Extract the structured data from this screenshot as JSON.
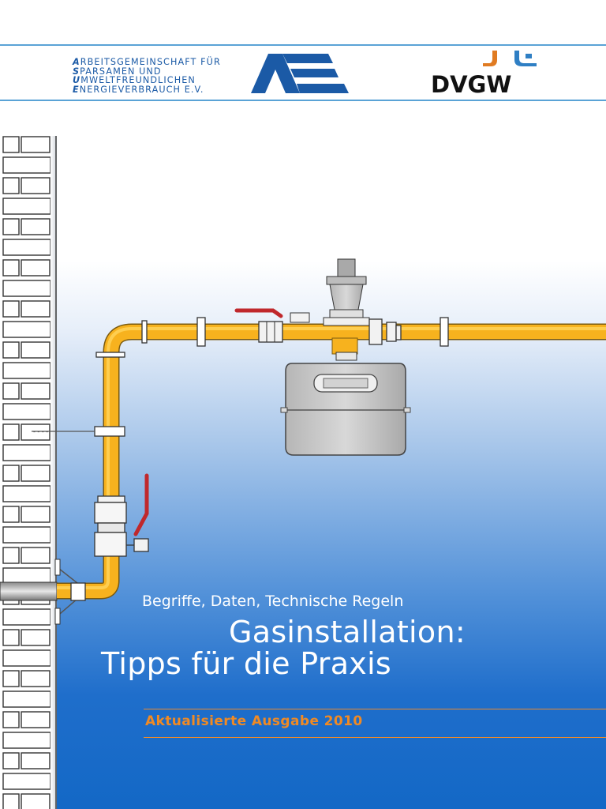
{
  "header": {
    "asue_lines": [
      {
        "initial": "A",
        "rest": "RBEITSGEMEINSCHAFT FÜR"
      },
      {
        "initial": "S",
        "rest": "PARSAMEN UND"
      },
      {
        "initial": "U",
        "rest": "MWELTFREUNDLICHEN"
      },
      {
        "initial": "E",
        "rest": "NERGIEVERBRAUCH E.V."
      }
    ],
    "dvgw_label": "DVGW",
    "colors": {
      "asue_blue": "#1b5aa6",
      "dvgw_orange": "#e07b22",
      "dvgw_blue": "#2f7fc4"
    }
  },
  "cover": {
    "subtitle": "Begriffe, Daten, Technische Regeln",
    "title_line1": "Gasinstallation:",
    "title_line2": "Tipps für die Praxis",
    "edition": "Aktualisierte Ausgabe 2010",
    "colors": {
      "pipe": "#f7b21e",
      "valve_handle": "#c0282c",
      "meter": "#c7c7c7",
      "accent_orange": "#f08a24",
      "background_blue": "#1368c6"
    }
  }
}
